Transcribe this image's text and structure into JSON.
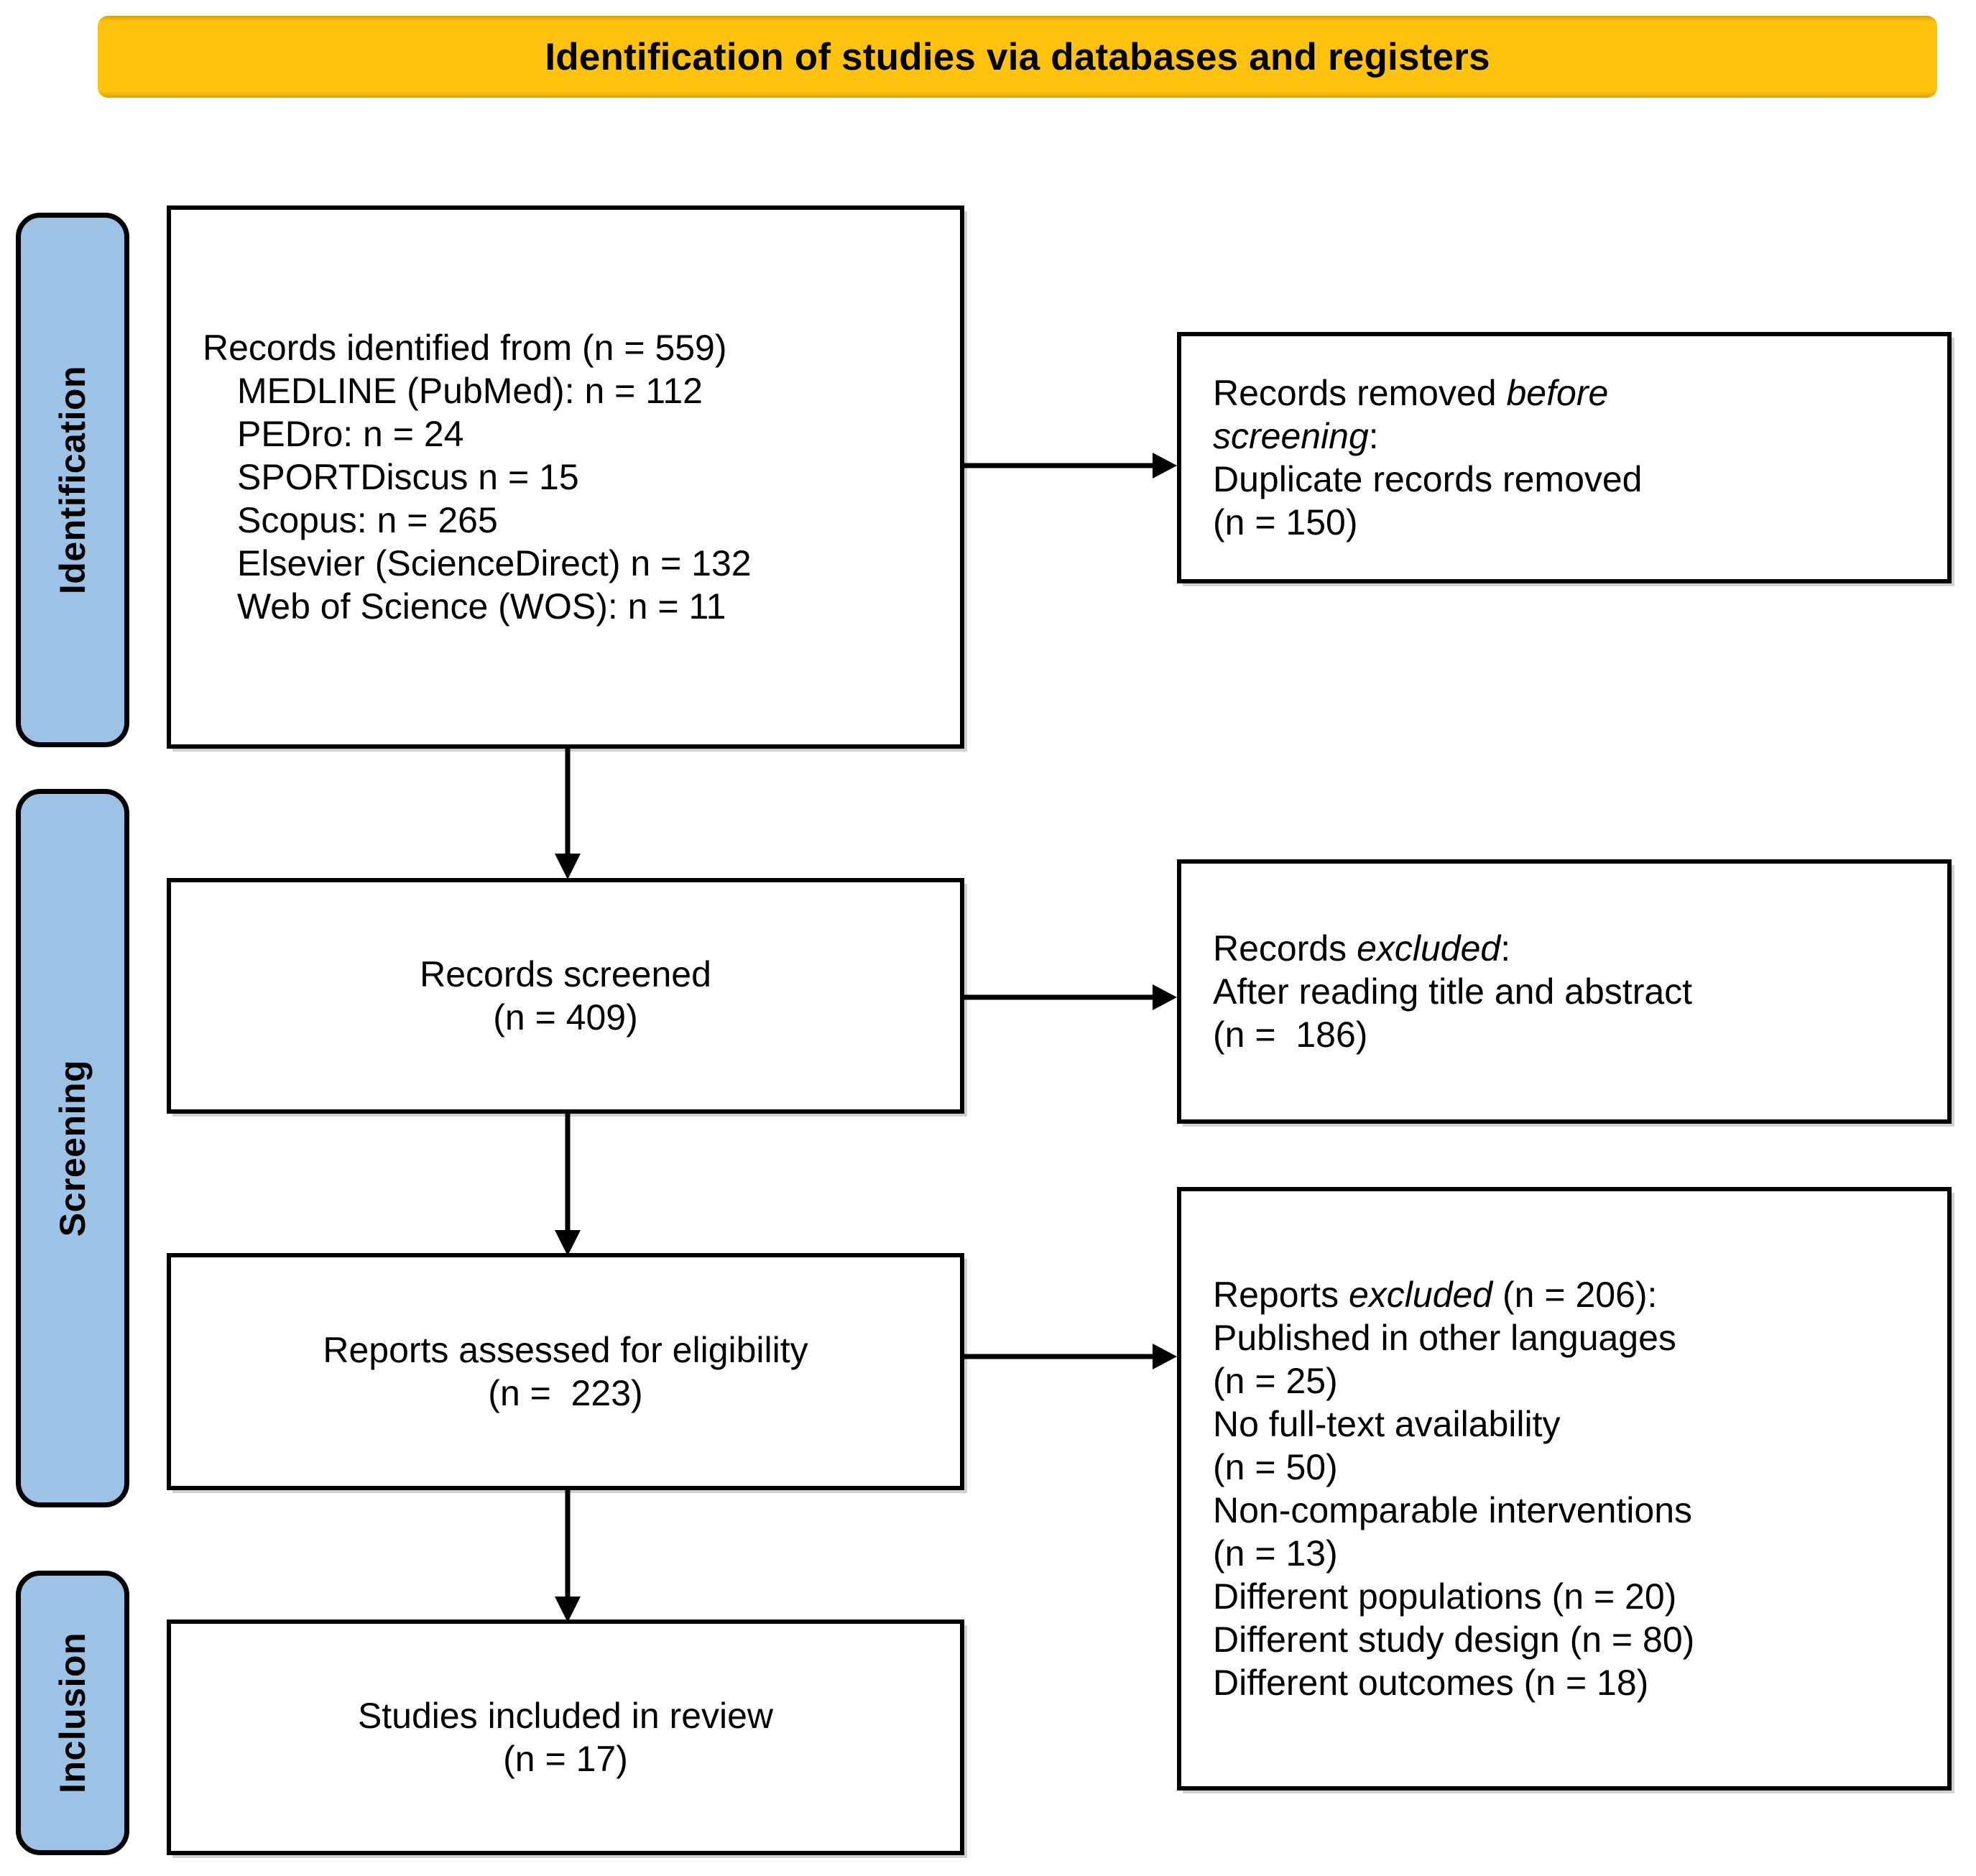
{
  "title": {
    "text": "Identification of studies via databases and registers",
    "background_color": "#ffc20e"
  },
  "phases": [
    {
      "label": "Identification"
    },
    {
      "label": "Screening"
    },
    {
      "label": "Inclusion"
    }
  ],
  "phase_color": "#9cc3e5",
  "boxes": {
    "identified": {
      "lines": [
        "Records identified from (n = 559)",
        "MEDLINE (PubMed): n = 112",
        "PEDro: n = 24",
        "SPORTDiscus n = 15",
        "Scopus: n = 265",
        "Elsevier (ScienceDirect) n = 132",
        "Web of Science (WOS): n = 11"
      ]
    },
    "removed_before_screening": {
      "line1_a": "Records removed ",
      "line1_i": "before",
      "line2_i": "screening",
      "line2_b": ":",
      "line3": "Duplicate records removed",
      "line4": "(n = 150)"
    },
    "screened": {
      "lines": [
        "Records screened",
        "(n = 409)"
      ]
    },
    "records_excluded": {
      "line1_a": "Records ",
      "line1_i": "excluded",
      "line1_b": ":",
      "line2": "After reading title and abstract",
      "line3": "(n =  186)"
    },
    "eligibility": {
      "lines": [
        "Reports assessed for eligibility",
        "(n =  223)"
      ]
    },
    "reports_excluded": {
      "line1_a": "Reports ",
      "line1_i": "excluded",
      "line1_b": " (n = 206):",
      "rest": [
        "Published in other languages",
        "(n = 25)",
        "No full-text availability",
        "(n = 50)",
        "Non-comparable interventions",
        "(n = 13)",
        "Different populations (n = 20)",
        "Different study design (n = 80)",
        "Different outcomes (n = 18)"
      ]
    },
    "included": {
      "lines": [
        "Studies included in review",
        "(n = 17)"
      ]
    }
  },
  "chart_data": {
    "type": "diagram",
    "title": "Identification of studies via databases and registers",
    "flow": [
      {
        "stage": "Records identified from",
        "n": 559
      },
      {
        "stage": "Duplicate records removed",
        "n": 150
      },
      {
        "stage": "Records screened",
        "n": 409
      },
      {
        "stage": "Records excluded after reading title and abstract",
        "n": 186
      },
      {
        "stage": "Reports assessed for eligibility",
        "n": 223
      },
      {
        "stage": "Reports excluded",
        "n": 206
      },
      {
        "stage": "Studies included in review",
        "n": 17
      }
    ],
    "sources": [
      {
        "name": "MEDLINE (PubMed)",
        "n": 112
      },
      {
        "name": "PEDro",
        "n": 24
      },
      {
        "name": "SPORTDiscus",
        "n": 15
      },
      {
        "name": "Scopus",
        "n": 265
      },
      {
        "name": "Elsevier (ScienceDirect)",
        "n": 132
      },
      {
        "name": "Web of Science (WOS)",
        "n": 11
      }
    ],
    "exclusion_reasons": [
      {
        "reason": "Published in other languages",
        "n": 25
      },
      {
        "reason": "No full-text availability",
        "n": 50
      },
      {
        "reason": "Non-comparable interventions",
        "n": 13
      },
      {
        "reason": "Different populations",
        "n": 20
      },
      {
        "reason": "Different study design",
        "n": 80
      },
      {
        "reason": "Different outcomes",
        "n": 18
      }
    ]
  }
}
